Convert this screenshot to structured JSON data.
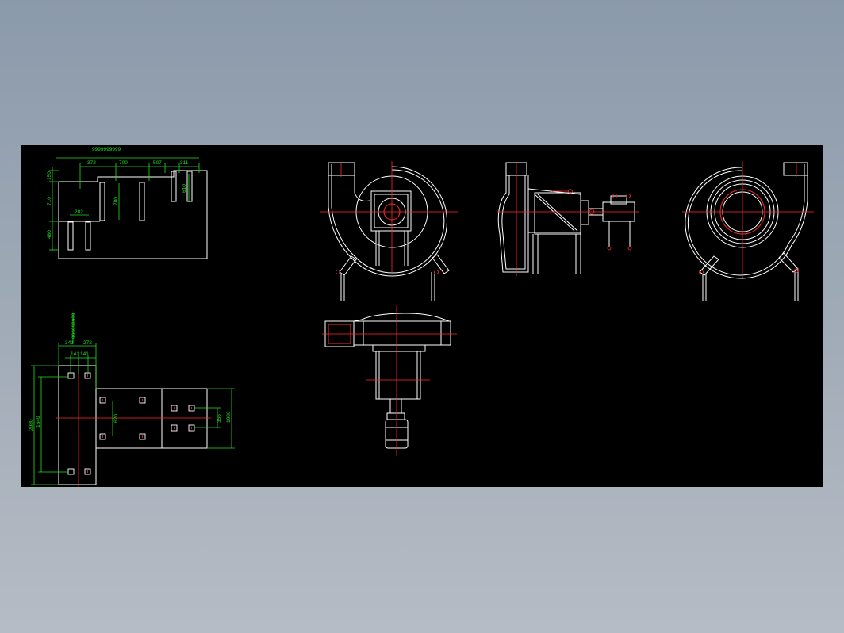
{
  "colors": {
    "page_background": "#9aa6b4",
    "drawing_background": "#000000",
    "geometry": "#ffffff",
    "centerline": "#ff2a2a",
    "dimension": "#22e11e"
  },
  "dimensions": {
    "top_left": {
      "overall": "9999999999",
      "d372": "372",
      "d700": "700",
      "d507": "507",
      "d311": "311",
      "d150": "150",
      "d710": "710",
      "d480": "480",
      "d780": "780",
      "d610": "610",
      "d282": "282"
    },
    "bottom_left": {
      "overall": "999999999",
      "d341": "341",
      "d272": "272",
      "d141a": "141",
      "d141b": "141",
      "d2080": "2080",
      "d1640": "1640",
      "d620": "620",
      "d1000": "1000",
      "d356": "356"
    }
  }
}
